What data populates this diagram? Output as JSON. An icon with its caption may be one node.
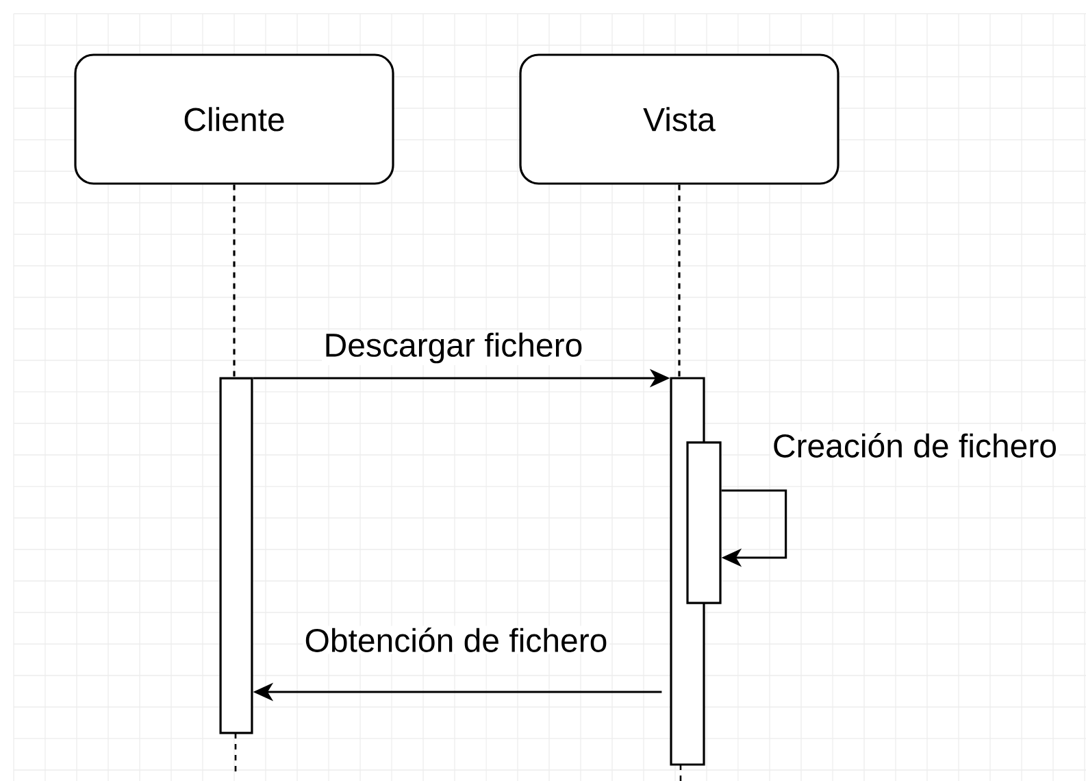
{
  "diagram": {
    "nodes": [
      {
        "text": [
          "Cliente"
        ]
      },
      {
        "text": [
          "Vista"
        ]
      },
      {
        "text": [],
        "shape": "bar"
      },
      {
        "text": [],
        "shape": "bar"
      },
      {
        "text": [],
        "shape": "bar"
      }
    ],
    "edges": [
      {
        "from": 0,
        "to": 2,
        "arrow": "none",
        "style": "dashed"
      },
      {
        "from": 1,
        "to": 3,
        "arrow": "none",
        "style": "dashed"
      },
      {
        "from": 2,
        "to": 3,
        "arrow": "to",
        "label": "Descargar fichero"
      },
      {
        "from": 4,
        "to": 4,
        "arrow": "to",
        "label": "Creación de fichero"
      },
      {
        "from": 3,
        "to": 2,
        "arrow": "to",
        "label": "Obtención de fichero"
      }
    ]
  }
}
